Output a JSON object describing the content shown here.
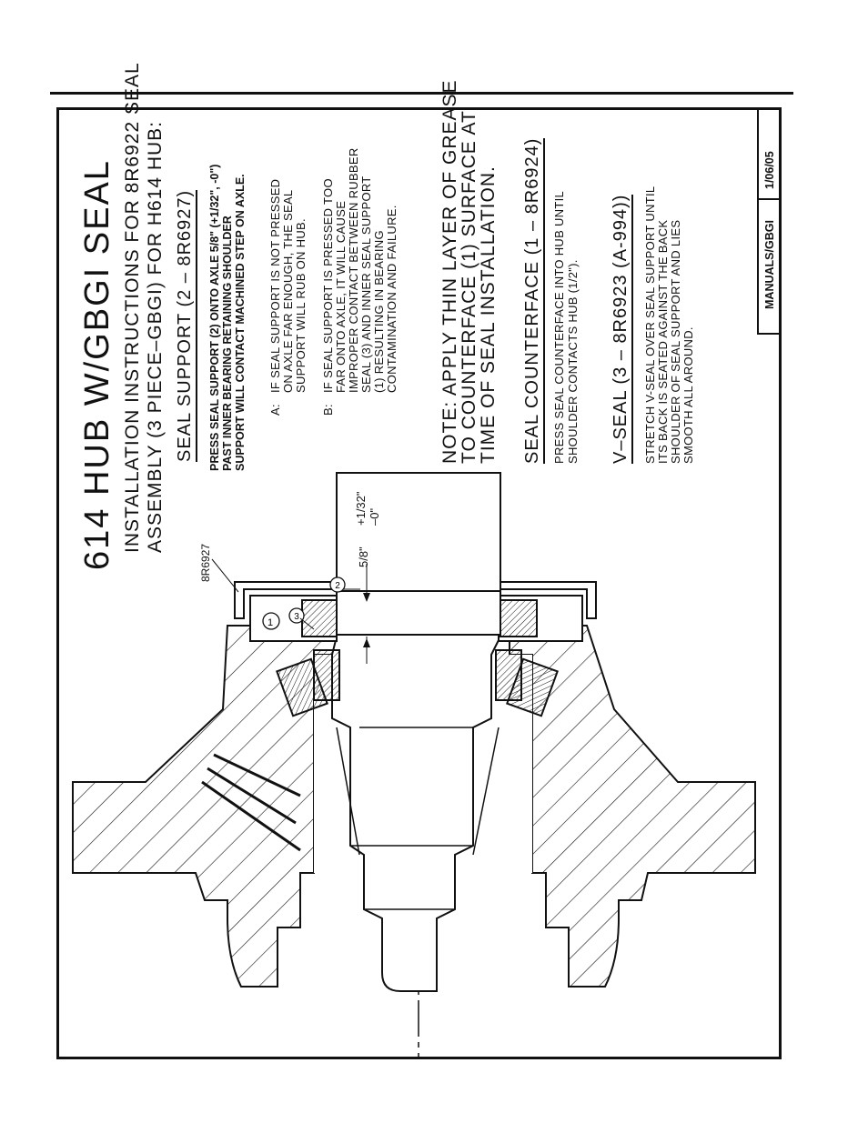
{
  "page": {
    "title": "614 HUB W/GBGI SEAL",
    "subtitle_line1": "INSTALLATION INSTRUCTIONS FOR 8R6922 SEAL",
    "subtitle_line2": "ASSEMBLY (3 PIECE–GBGI) FOR H614 HUB:"
  },
  "seal_support": {
    "heading": "SEAL SUPPORT (2 – 8R6927)",
    "instruction_lines": [
      "PRESS SEAL SUPPORT (2) ONTO AXLE 5/8\" (+1/32\", -0\")",
      "PAST INNER BEARING RETAINING SHOULDER",
      "SUPPORT WILL CONTACT MACHINED STEP ON AXLE."
    ],
    "a_label": "A:",
    "a_lines": [
      "IF SEAL SUPPORT IS NOT PRESSED",
      "ON AXLE FAR ENOUGH, THE SEAL",
      "SUPPORT WILL RUB ON HUB."
    ],
    "b_label": "B:",
    "b_lines": [
      "IF SEAL SUPPORT IS PRESSED TOO",
      "FAR ONTO AXLE, IT WILL CAUSE",
      "IMPROPER CONTACT BETWEEN RUBBER",
      "SEAL (3) AND INNER SEAL SUPPORT",
      "(1) RESULTING IN BEARING",
      "CONTAMINATION AND FAILURE."
    ]
  },
  "note": {
    "line1": "NOTE: APPLY THIN LAYER OF GREASE",
    "line2": "TO COUNTERFACE (1) SURFACE AT",
    "line3": "TIME OF SEAL INSTALLATION."
  },
  "seal_counterface": {
    "heading": "SEAL COUNTERFACE (1 – 8R6924)",
    "line1": "PRESS SEAL COUNTERFACE INTO HUB UNTIL",
    "line2": "SHOULDER CONTACTS HUB (1/2\")."
  },
  "v_seal": {
    "heading": "V–SEAL (3 – 8R6923 (A-994))",
    "line1": "STRETCH V-SEAL OVER SEAL SUPPORT UNTIL",
    "line2": "ITS BACK IS SEATED AGAINST THE BACK",
    "line3": "SHOULDER OF SEAL SUPPORT AND LIES",
    "line4": "SMOOTH ALL AROUND."
  },
  "drawing": {
    "part_label": "8R6927",
    "dim_main": "5/8\"",
    "dim_plus": "+1/32\"",
    "dim_minus": "–0\"",
    "callout_1": "1",
    "callout_2": "2",
    "callout_3": "3"
  },
  "footer": {
    "doc": "MANUALS/GBGI",
    "date": "1/06/05"
  }
}
